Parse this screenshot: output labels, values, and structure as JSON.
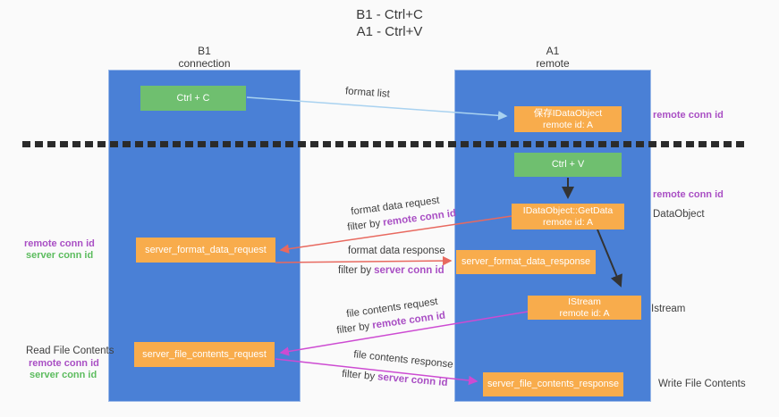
{
  "title": {
    "line1": "B1 - Ctrl+C",
    "line2": "A1 - Ctrl+V"
  },
  "lifelines": {
    "b1": {
      "name": "B1",
      "role": "connection"
    },
    "a1": {
      "name": "A1",
      "role": "remote"
    }
  },
  "nodes": {
    "ctrl_c": {
      "label": "Ctrl + C"
    },
    "save_idataobject": {
      "line1": "保存IDataObject",
      "line2": "remote id: A"
    },
    "ctrl_v": {
      "label": "Ctrl + V"
    },
    "getdata": {
      "line1": "IDataObject::GetData",
      "line2": "remote id: A"
    },
    "format_request": {
      "label": "server_format_data_request"
    },
    "format_response": {
      "label": "server_format_data_response"
    },
    "istream": {
      "line1": "IStream",
      "line2": "remote id: A"
    },
    "file_request": {
      "label": "server_file_contents_request"
    },
    "file_response": {
      "label": "server_file_contents_response"
    }
  },
  "labels": {
    "format_list": "format list",
    "format_data_request": "format data request",
    "format_data_response": "format data response",
    "file_contents_request": "file contents request",
    "file_contents_response": "file contents response",
    "filter_by": "filter by",
    "remote_conn_id": "remote conn id",
    "server_conn_id": "server conn id"
  },
  "annotations": {
    "right_remote_conn_id_1": "remote conn id",
    "right_remote_conn_id_2": "remote conn id",
    "dataobject": "DataObject",
    "istream": "Istream",
    "write_file_contents": "Write File Contents",
    "left_remote_conn_id_1": "remote conn id",
    "left_server_conn_id_1": "server conn id",
    "read_file_contents": "Read File Contents",
    "left_remote_conn_id_2": "remote conn id",
    "left_server_conn_id_2": "server conn id"
  },
  "colors": {
    "lane_blue": "#4a80d6",
    "box_green": "#6fbf6f",
    "box_orange": "#f8ac4c",
    "arrow_blue": "#a9d2f0",
    "arrow_red": "#e8695f",
    "arrow_magenta": "#cd4bd2",
    "arrow_black": "#333333",
    "text_purple": "#a94fc4",
    "text_green": "#5cbc5e"
  }
}
